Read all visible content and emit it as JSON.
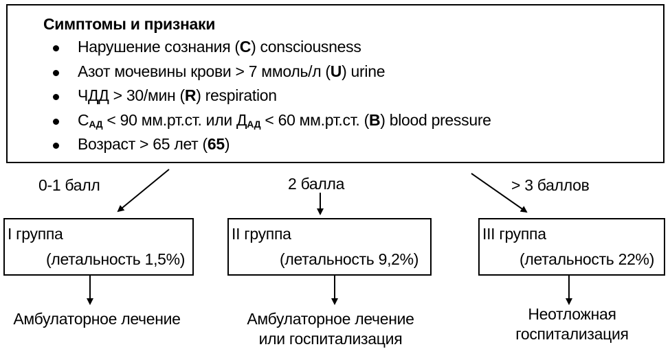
{
  "criteria": {
    "title": "Симптомы и признаки",
    "items": [
      {
        "text": "Нарушение сознания (",
        "code": "C",
        "tail": ") consciousness"
      },
      {
        "text": "Азот мочевины крови > 7 ммоль/л (",
        "code": "U",
        "tail": ") urine"
      },
      {
        "text": "ЧДД > 30/мин (",
        "code": "R",
        "tail": ") respiration"
      },
      {
        "bp_prefix": "С",
        "bp_sub1": "АД",
        "bp_mid": " < 90 мм.рт.ст.  или  Д",
        "bp_sub2": "АД",
        "bp_rest": " < 60 мм.рт.ст. (",
        "code": "B",
        "tail": ") blood pressure"
      },
      {
        "text": "Возраст > 65 лет (",
        "code": "65",
        "tail": ")"
      }
    ]
  },
  "scores": {
    "low": "0-1 балл",
    "mid": "2 балла",
    "high": "> 3  баллов"
  },
  "groups": [
    {
      "name": "I группа",
      "mortality": "(летальность 1,5%)"
    },
    {
      "name": "II группа",
      "mortality": "(летальность 9,2%)"
    },
    {
      "name": "III группа",
      "mortality": "(летальность 22%)"
    }
  ],
  "outcomes": [
    {
      "line1": "Амбулаторное лечение",
      "line2": ""
    },
    {
      "line1": "Амбулаторное лечение",
      "line2": "или госпитализация"
    },
    {
      "line1": "Неотложная",
      "line2": "госпитализация"
    }
  ]
}
